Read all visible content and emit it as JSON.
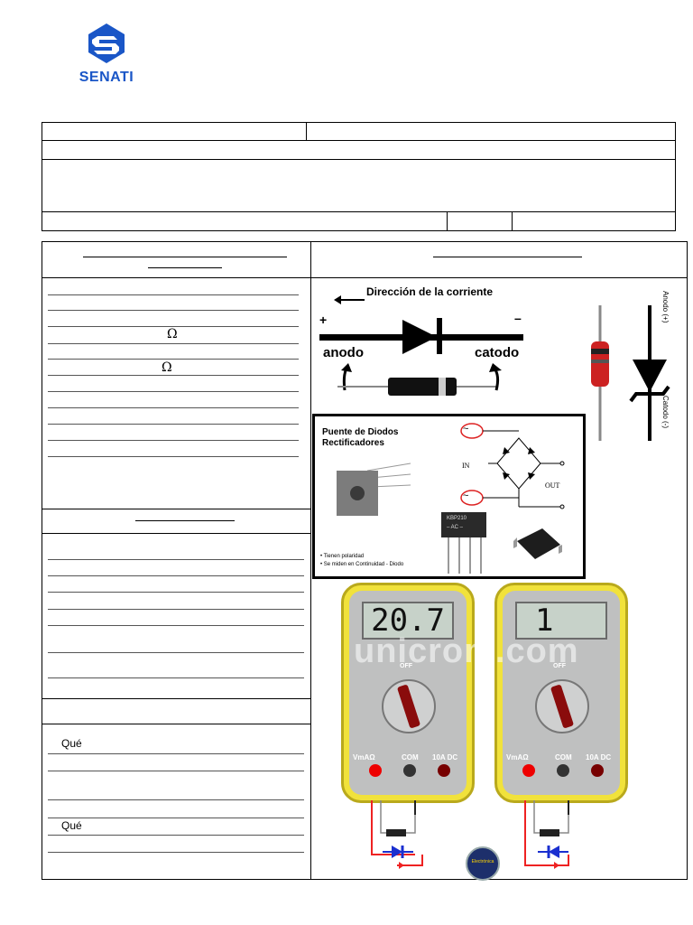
{
  "logo": {
    "text": "SENATI"
  },
  "left": {
    "ohm1": "Ω",
    "ohm2": "Ω",
    "q1": "Qué",
    "q2": "Qué"
  },
  "diode": {
    "direction": "Dirección de la corriente",
    "plus": "+",
    "minus": "–",
    "anode": "anodo",
    "cathode": "catodo",
    "zener_anode": "Anodo (+)",
    "zener_cathode": "Catodo (-)"
  },
  "bridge": {
    "title_line1": "Puente de Diodos",
    "title_line2": "Rectificadores",
    "in": "IN",
    "out": "OUT",
    "tilde": "~",
    "note1": "• Tienen polaridad",
    "note2": "• Se miden en Continuidad - Diodo",
    "chip_label1": "KBP210",
    "chip_label2": "– AC –"
  },
  "meters": {
    "watermark": "unicrom.com",
    "left_display": "20.7",
    "right_display": "1",
    "off": "OFF",
    "jack1": "VmAΩ",
    "jack2": "COM",
    "jack3": "10A DC"
  },
  "badge": {
    "text": "Electrónica"
  }
}
